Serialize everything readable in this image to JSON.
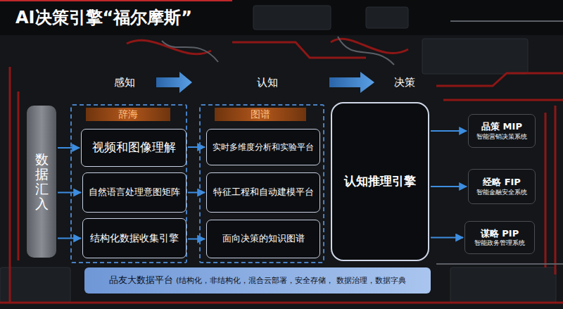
{
  "diagram": {
    "title": "AI决策引擎“福尔摩斯”",
    "nodes": [
      {
        "text": [
          "数据汇入"
        ]
      },
      {
        "text": [
          "辞海"
        ]
      },
      {
        "text": [
          "视频和图像理解"
        ],
        "in": 1
      },
      {
        "text": [
          "自然语言处理意图矩阵"
        ],
        "in": 1
      },
      {
        "text": [
          "结构化数据收集引擎"
        ],
        "in": 1
      },
      {
        "text": [
          "图谱"
        ]
      },
      {
        "text": [
          "实时多维度分析和实验平台"
        ],
        "in": 5
      },
      {
        "text": [
          "特征工程和自动建模平台"
        ],
        "in": 5
      },
      {
        "text": [
          "面向决策的知识图谱"
        ],
        "in": 5
      },
      {
        "text": [
          "认知推理引擎"
        ]
      },
      {
        "text": [
          "品策 MIP",
          "智能营销决策系统"
        ]
      },
      {
        "text": [
          "经略 FIP",
          "智能金融安全系统"
        ]
      },
      {
        "text": [
          "谋略 PIP",
          "智能政务管理系统"
        ]
      },
      {
        "text": [
          "品友大数据平台",
          "(结构化，非结构化，混合云部署，安全存储， 数据治理，数据字典"
        ]
      }
    ],
    "edges": [
      {
        "from": 0,
        "to": 2,
        "arrow": "to"
      },
      {
        "from": 0,
        "to": 3,
        "arrow": "to"
      },
      {
        "from": 0,
        "to": 4,
        "arrow": "to"
      },
      {
        "from": 2,
        "to": 6,
        "arrow": "to"
      },
      {
        "from": 3,
        "to": 7,
        "arrow": "to"
      },
      {
        "from": 4,
        "to": 8,
        "arrow": "to"
      },
      {
        "from": 9,
        "to": 10,
        "arrow": "to"
      },
      {
        "from": 9,
        "to": 11,
        "arrow": "to"
      },
      {
        "from": 9,
        "to": 12,
        "arrow": "to"
      }
    ],
    "labels": [
      "感知",
      "认知",
      "决策"
    ]
  }
}
